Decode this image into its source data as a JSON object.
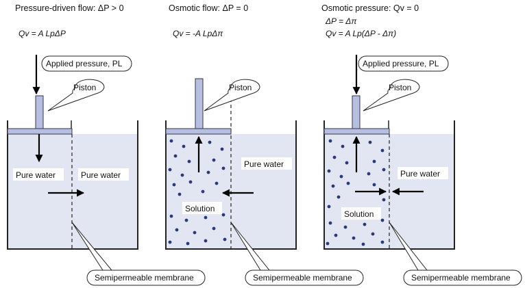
{
  "panels": [
    {
      "title": "Pressure-driven flow: ΔP > 0",
      "eq1": "Qv = A LpΔP",
      "applied_label": "Applied pressure, PL",
      "piston_label": "Piston",
      "left_label": "Pure water",
      "right_label": "Pure water",
      "membrane_label": "Semipermeable membrane"
    },
    {
      "title": "Osmotic flow: ΔP = 0",
      "eq1": "Qv = -A LpΔπ",
      "piston_label": "Piston",
      "left_label": "Solution",
      "right_label": "Pure water",
      "membrane_label": "Semipermeable membrane"
    },
    {
      "title": "Osmotic pressure: Qv = 0",
      "eq1": "ΔP = Δπ",
      "eq2": "Qv = A Lp(ΔP - Δπ)",
      "applied_label": "Applied pressure, PL",
      "piston_label": "Piston",
      "left_label": "Solution",
      "right_label": "Pure water",
      "membrane_label": "Semipermeable membrane"
    }
  ],
  "colors": {
    "water": "#e1e6f2",
    "piston": "#b7bfe0",
    "solute_dot": "#2a3a78"
  }
}
